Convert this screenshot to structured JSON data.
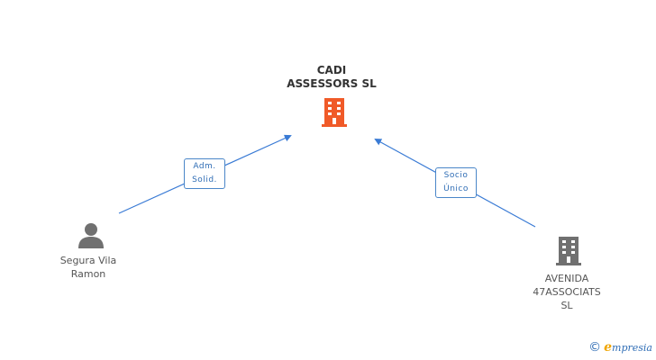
{
  "nodes": {
    "main": {
      "label": "CADI\nASSESSORS SL",
      "color": "#f05a28"
    },
    "person": {
      "label": "Segura Vila\nRamon",
      "color": "#707070"
    },
    "company": {
      "label": "AVENIDA\n47ASSOCIATS\nSL",
      "color": "#707070"
    }
  },
  "edges": {
    "person_to_main": {
      "label": "Adm.\nSolid."
    },
    "company_to_main": {
      "label": "Socio\nÚnico"
    }
  },
  "colors": {
    "edge": "#3a7bd5"
  },
  "footer": {
    "copyright": "©",
    "brand_e": "e",
    "brand_rest": "mpresia"
  }
}
